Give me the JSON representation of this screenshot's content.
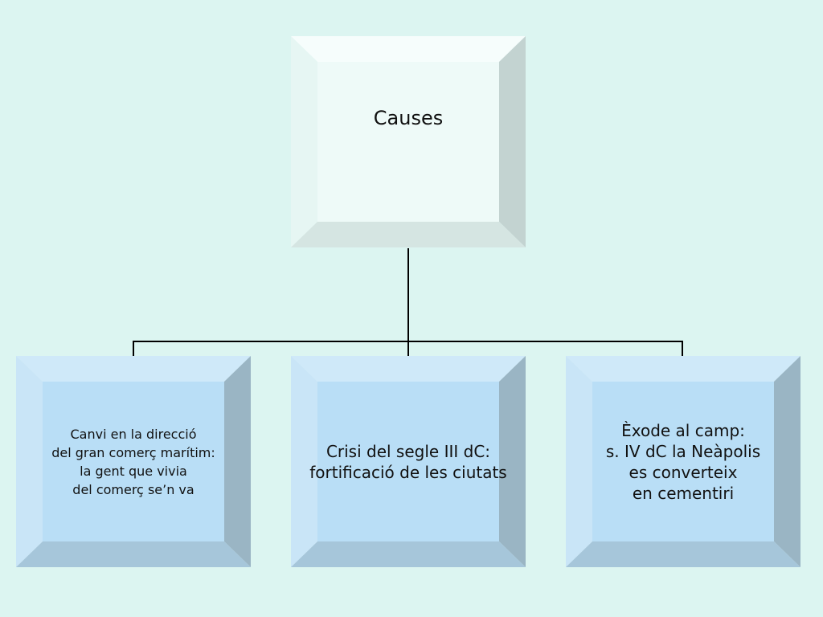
{
  "diagram": {
    "root": {
      "label": "Causes"
    },
    "children": [
      {
        "label": "Canvi en la direcció\ndel gran comerç marítim:\nla gent que vivia\ndel comerç se’n va"
      },
      {
        "label": "Crisi del segle III dC:\nfortificació de les ciutats"
      },
      {
        "label": "Èxode al camp:\ns. IV dC la Neàpolis\nes converteix\nen cementiri"
      }
    ]
  },
  "colors": {
    "background": "#dcf5f1",
    "root_face": "#eefaf8",
    "child_face": "#b9def6",
    "connector": "#000000"
  }
}
